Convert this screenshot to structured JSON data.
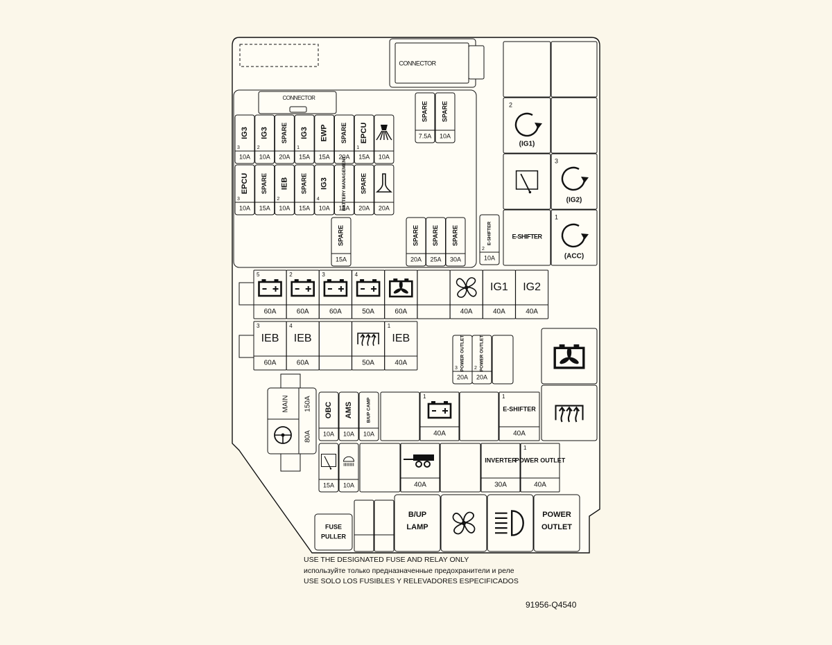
{
  "colors": {
    "background": "#fbf7ea",
    "ink": "#111111",
    "box": "#fffdf5"
  },
  "connectors": {
    "top": "CONNECTOR",
    "inner": "CONNECTOR"
  },
  "row1": [
    {
      "label": "IG3",
      "num": "3",
      "amp": "10A"
    },
    {
      "label": "IG3",
      "num": "2",
      "amp": "10A"
    },
    {
      "label": "SPARE",
      "num": "",
      "amp": "20A"
    },
    {
      "label": "IG3",
      "num": "1",
      "amp": "15A"
    },
    {
      "label": "EWP",
      "num": "",
      "amp": "15A"
    },
    {
      "label": "SPARE",
      "num": "",
      "amp": "20A"
    },
    {
      "label": "EPCU",
      "num": "1",
      "amp": "15A"
    },
    {
      "label": "",
      "num": "",
      "amp": "10A",
      "icon": "headlamp-washer-icon"
    }
  ],
  "row2": [
    {
      "label": "EPCU",
      "num": "3",
      "amp": "10A"
    },
    {
      "label": "SPARE",
      "num": "",
      "amp": "15A"
    },
    {
      "label": "IEB",
      "num": "2",
      "amp": "10A"
    },
    {
      "label": "SPARE",
      "num": "",
      "amp": "15A"
    },
    {
      "label": "IG3",
      "num": "4",
      "amp": "10A"
    },
    {
      "label": "BATTERY MANAGEMENT",
      "num": "",
      "amp": "15A"
    },
    {
      "label": "SPARE",
      "num": "",
      "amp": "20A"
    },
    {
      "label": "",
      "num": "",
      "amp": "20A",
      "icon": "horn-icon"
    }
  ],
  "topSpares": [
    {
      "label": "SPARE",
      "amp": "7.5A"
    },
    {
      "label": "SPARE",
      "amp": "10A"
    }
  ],
  "midSpare": {
    "label": "SPARE",
    "amp": "15A"
  },
  "spares3": [
    {
      "label": "SPARE",
      "amp": "20A"
    },
    {
      "label": "SPARE",
      "amp": "25A"
    },
    {
      "label": "SPARE",
      "amp": "30A"
    }
  ],
  "eshifterSmall": {
    "label": "E-SHIFTER",
    "num": "2",
    "amp": "10A"
  },
  "relays": {
    "ig1": {
      "num": "2",
      "label": "(IG1)"
    },
    "ig2": {
      "num": "3",
      "label": "(IG2)"
    },
    "acc": {
      "num": "1",
      "label": "(ACC)"
    },
    "eshifter": "E-SHIFTER"
  },
  "multiRow1": [
    {
      "num": "5",
      "amp": "60A",
      "icon": "battery-icon"
    },
    {
      "num": "2",
      "amp": "60A",
      "icon": "battery-icon"
    },
    {
      "num": "3",
      "amp": "60A",
      "icon": "battery-icon"
    },
    {
      "num": "4",
      "amp": "50A",
      "icon": "battery-icon"
    },
    {
      "num": "",
      "amp": "60A",
      "icon": "battery-fan-icon"
    },
    {
      "num": "",
      "amp": "",
      "icon": ""
    },
    {
      "num": "",
      "amp": "40A",
      "icon": "fan-icon"
    },
    {
      "num": "",
      "amp": "40A",
      "label": "IG1"
    },
    {
      "num": "",
      "amp": "40A",
      "label": "IG2"
    }
  ],
  "multiRow2": [
    {
      "num": "3",
      "amp": "60A",
      "label": "IEB"
    },
    {
      "num": "4",
      "amp": "60A",
      "label": "IEB"
    },
    {
      "num": "",
      "amp": "",
      "label": ""
    },
    {
      "num": "",
      "amp": "50A",
      "icon": "rear-defog-icon"
    },
    {
      "num": "1",
      "amp": "40A",
      "label": "IEB"
    }
  ],
  "powerOutletSmall": [
    {
      "label": "POWER OUTLET",
      "num": "3",
      "amp": "20A"
    },
    {
      "label": "POWER OUTLET",
      "num": "2",
      "amp": "20A"
    }
  ],
  "main": {
    "label": "MAIN",
    "amp1": "150A",
    "amp2": "80A"
  },
  "row3small": [
    {
      "label": "OBC",
      "amp": "10A"
    },
    {
      "label": "AMS",
      "amp": "10A"
    },
    {
      "label": "B/UP CAMP",
      "amp": "10A"
    }
  ],
  "row3": [
    {
      "num": "1",
      "amp": "40A",
      "icon": "battery-icon"
    },
    {
      "num": "1",
      "amp": "40A",
      "label": "E-SHIFTER"
    }
  ],
  "row4small": [
    {
      "amp": "15A",
      "icon": "wiper-icon"
    },
    {
      "amp": "10A",
      "icon": "dome-lamp-icon"
    }
  ],
  "row4": [
    {
      "num": "",
      "amp": "40A",
      "icon": "trailer-icon"
    },
    {
      "num": "",
      "amp": "30A",
      "label": "INVERTER"
    },
    {
      "num": "1",
      "amp": "40A",
      "label": "POWER OUTLET"
    }
  ],
  "bottomRelays": [
    {
      "label": "B/UP LAMP"
    },
    {
      "label": "",
      "icon": "fan-icon"
    },
    {
      "label": "",
      "icon": "headlamp-icon"
    },
    {
      "label": "POWER OUTLET"
    }
  ],
  "fusePuller": "FUSE PULLER",
  "notes": [
    "USE THE DESIGNATED FUSE AND RELAY ONLY",
    "используйте только предназначенные предохранители и реле",
    "USE SOLO LOS FUSIBLES Y RELEVADORES ESPECIFICADOS"
  ],
  "partNumber": "91956-Q4540"
}
